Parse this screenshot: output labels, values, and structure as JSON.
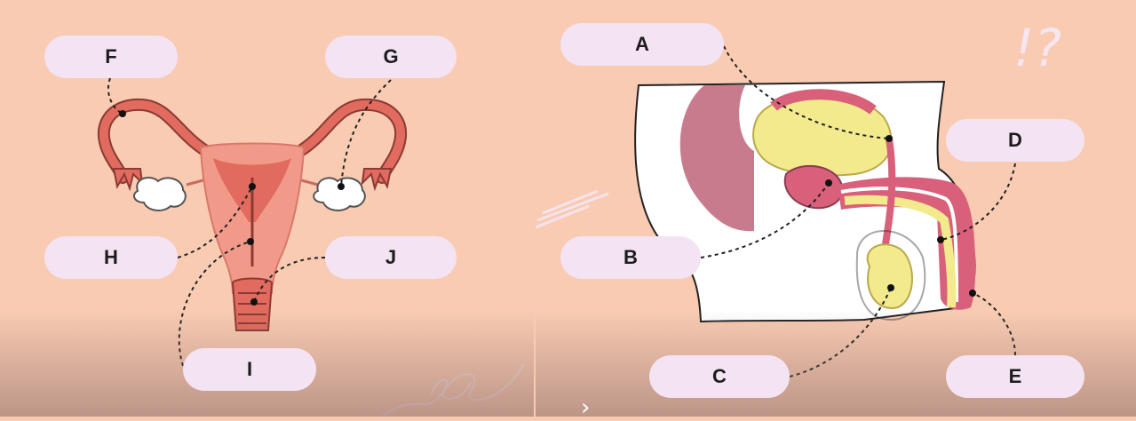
{
  "female_diagram": {
    "labels": {
      "F": "F",
      "G": "G",
      "H": "H",
      "I": "I",
      "J": "J"
    }
  },
  "male_diagram": {
    "labels": {
      "A": "A",
      "B": "B",
      "C": "C",
      "D": "D",
      "E": "E"
    }
  },
  "decorations": {
    "doodle_text": "!?"
  },
  "navigation": {
    "next_icon": "chevron-right-icon",
    "next_glyph": "›"
  },
  "colors": {
    "background": "#f8cbb2",
    "label_fill": "#f4e3f3",
    "uterus_fill": "#f29a8a",
    "tube_fill": "#e06b5e",
    "male_pink": "#d9607a",
    "male_yellow": "#f2ea8d"
  }
}
